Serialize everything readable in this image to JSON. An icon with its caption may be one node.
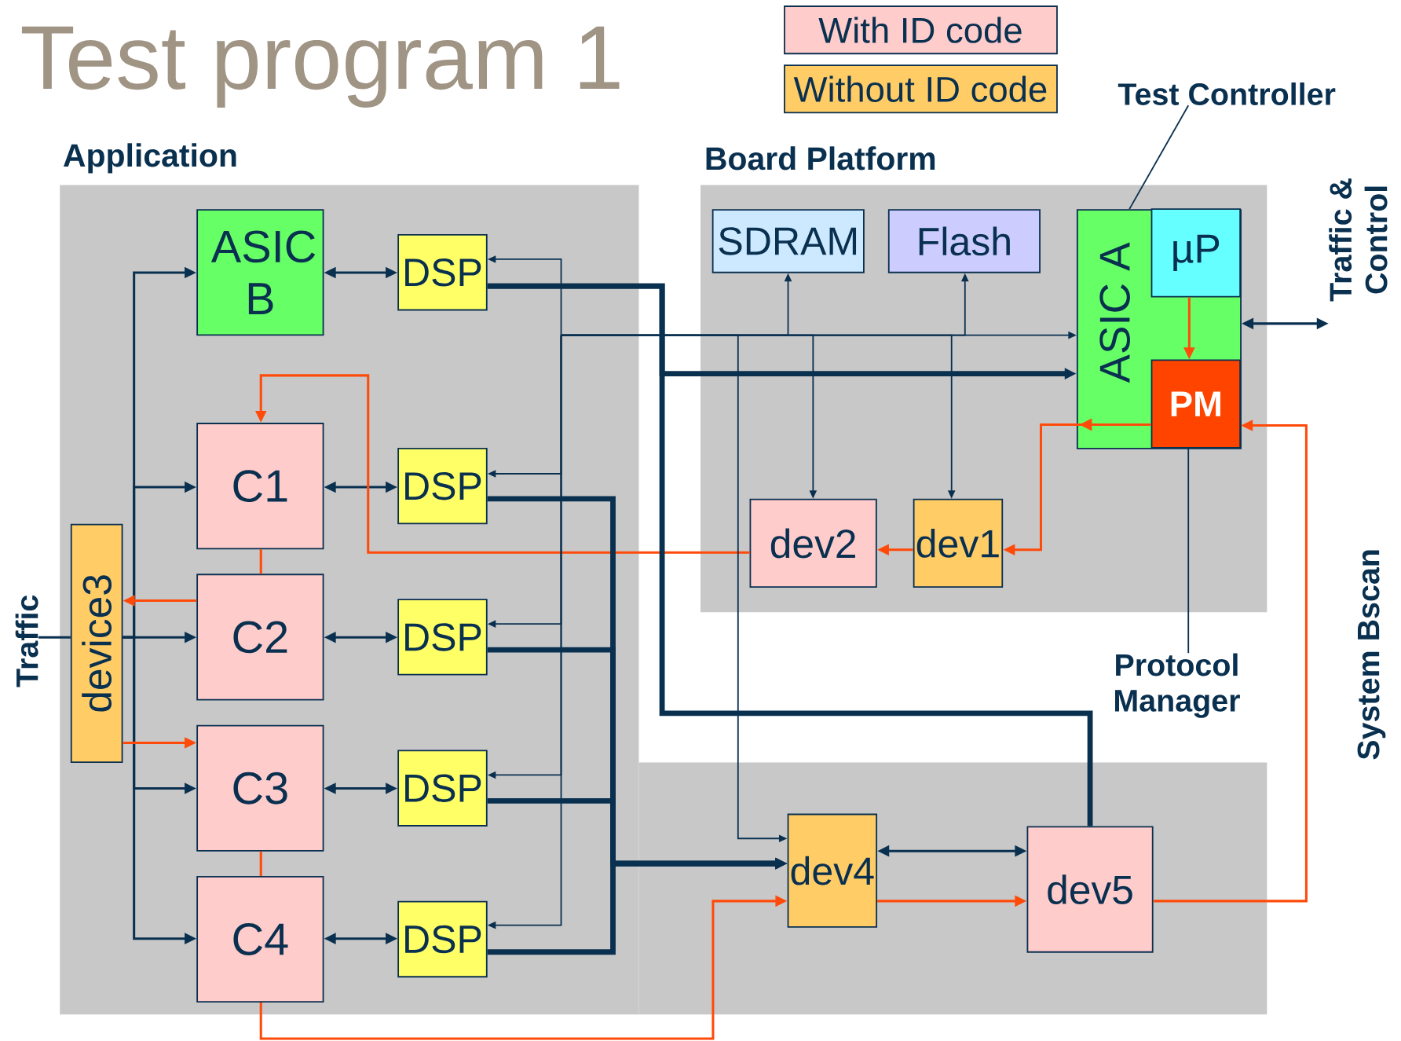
{
  "diagram": {
    "title": "Test program 1",
    "nodes": [
      {
        "text": [
          "Application"
        ]
      },
      {
        "text": [
          "Board Platform"
        ]
      },
      {
        "text": [
          "ASIC B"
        ],
        "in": 0
      },
      {
        "text": [
          "DSP"
        ],
        "in": 0
      },
      {
        "text": [
          "C1"
        ],
        "in": 0
      },
      {
        "text": [
          "DSP"
        ],
        "in": 0
      },
      {
        "text": [
          "device3"
        ],
        "in": 0
      },
      {
        "text": [
          "C2"
        ],
        "in": 0
      },
      {
        "text": [
          "DSP"
        ],
        "in": 0
      },
      {
        "text": [
          "C3"
        ],
        "in": 0
      },
      {
        "text": [
          "DSP"
        ],
        "in": 0
      },
      {
        "text": [
          "C4"
        ],
        "in": 0
      },
      {
        "text": [
          "DSP"
        ],
        "in": 0
      },
      {
        "text": [
          "SDRAM"
        ],
        "in": 1
      },
      {
        "text": [
          "Flash"
        ],
        "in": 1
      },
      {
        "text": [
          "ASIC A"
        ],
        "in": 1
      },
      {
        "text": [
          "µP"
        ],
        "in": 15
      },
      {
        "text": [
          "PM"
        ],
        "in": 15
      },
      {
        "text": [
          "dev2"
        ],
        "in": 1
      },
      {
        "text": [
          "dev1"
        ],
        "in": 1
      },
      {
        "text": [
          "dev4"
        ]
      },
      {
        "text": [
          "dev5"
        ]
      },
      {
        "text": [
          "Test Controller"
        ]
      },
      {
        "text": [
          "Protocol Manager"
        ]
      },
      {
        "text": [
          "Traffic & Control"
        ]
      },
      {
        "text": [
          "Traffic"
        ]
      }
    ],
    "edges": [
      {
        "from": 25,
        "to": 6,
        "arrow": "none"
      },
      {
        "from": 6,
        "to": 2,
        "arrow": "to"
      },
      {
        "from": 6,
        "to": 4,
        "arrow": "to"
      },
      {
        "from": 6,
        "to": 7,
        "arrow": "to"
      },
      {
        "from": 6,
        "to": 9,
        "arrow": "to"
      },
      {
        "from": 6,
        "to": 11,
        "arrow": "to"
      },
      {
        "from": 2,
        "to": 3,
        "arrow": "both"
      },
      {
        "from": 4,
        "to": 5,
        "arrow": "both"
      },
      {
        "from": 7,
        "to": 8,
        "arrow": "both"
      },
      {
        "from": 9,
        "to": 10,
        "arrow": "both"
      },
      {
        "from": 11,
        "to": 12,
        "arrow": "both"
      },
      {
        "from": 4,
        "to": 7,
        "arrow": "none",
        "color": "#ff4a0a"
      },
      {
        "from": 9,
        "to": 11,
        "arrow": "none",
        "color": "#ff4a0a"
      },
      {
        "from": 7,
        "to": 6,
        "arrow": "to",
        "color": "#ff4a0a"
      },
      {
        "from": 6,
        "to": 9,
        "arrow": "to",
        "color": "#ff4a0a"
      },
      {
        "from": 18,
        "to": 4,
        "arrow": "to",
        "color": "#ff4a0a"
      },
      {
        "from": 19,
        "to": 18,
        "arrow": "to",
        "color": "#ff4a0a"
      },
      {
        "from": 17,
        "to": 19,
        "arrow": "to",
        "color": "#ff4a0a"
      },
      {
        "from": 16,
        "to": 17,
        "arrow": "to",
        "color": "#ff4a0a"
      },
      {
        "from": 15,
        "to": 24,
        "arrow": "both"
      },
      {
        "from": 21,
        "to": 17,
        "arrow": "to",
        "color": "#ff4a0a"
      },
      {
        "from": 11,
        "to": 20,
        "arrow": "to",
        "color": "#ff4a0a"
      },
      {
        "from": 20,
        "to": 21,
        "arrow": "to",
        "color": "#ff4a0a"
      },
      {
        "from": 20,
        "to": 21,
        "arrow": "both"
      },
      {
        "from": null,
        "to": 3,
        "arrow": "to"
      },
      {
        "from": null,
        "to": 5,
        "arrow": "to"
      },
      {
        "from": null,
        "to": 8,
        "arrow": "to"
      },
      {
        "from": null,
        "to": 10,
        "arrow": "to"
      },
      {
        "from": null,
        "to": 12,
        "arrow": "to"
      },
      {
        "from": null,
        "to": 15,
        "arrow": "to"
      },
      {
        "from": null,
        "to": 13,
        "arrow": "to"
      },
      {
        "from": null,
        "to": 14,
        "arrow": "to"
      },
      {
        "from": null,
        "to": 18,
        "arrow": "to"
      },
      {
        "from": null,
        "to": 19,
        "arrow": "to"
      },
      {
        "from": null,
        "to": 20,
        "arrow": "to"
      },
      {
        "from": 3,
        "to": 15,
        "arrow": "to",
        "style": "thick"
      },
      {
        "from": 3,
        "to": 21,
        "arrow": "none",
        "style": "thick"
      },
      {
        "from": 5,
        "to": 20,
        "arrow": "to",
        "style": "thick"
      },
      {
        "from": 8,
        "to": 20,
        "arrow": "to",
        "style": "thick"
      },
      {
        "from": 10,
        "to": 20,
        "arrow": "to",
        "style": "thick"
      },
      {
        "from": 12,
        "to": 20,
        "arrow": "to",
        "style": "thick"
      },
      {
        "from": 22,
        "to": 15,
        "arrow": "none"
      },
      {
        "from": 23,
        "to": 17,
        "arrow": "none"
      }
    ],
    "labels": [
      "System Bscan"
    ],
    "legend": [
      {
        "text": "With ID code",
        "color": "#ffcccc"
      },
      {
        "text": "Without ID code",
        "color": "#ffcc66"
      }
    ]
  }
}
